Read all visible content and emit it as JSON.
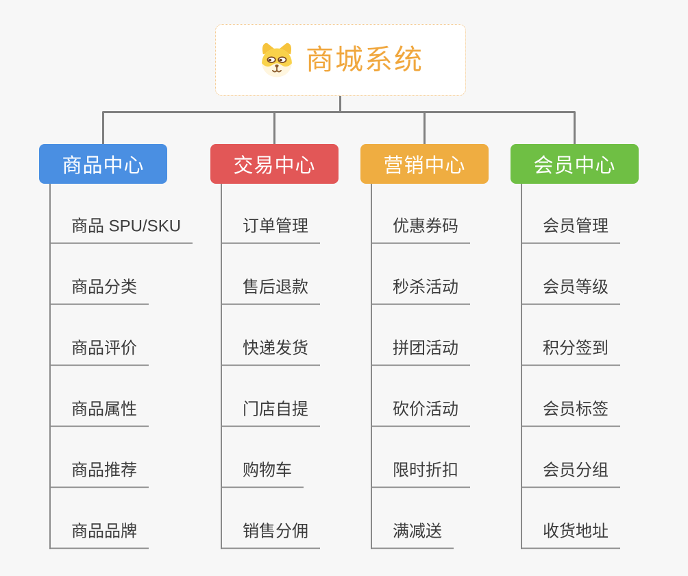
{
  "root": {
    "title": "商城系统",
    "icon": "dog-face-icon"
  },
  "branches": [
    {
      "label": "商品中心",
      "color": "#4a8fe2",
      "items": [
        "商品 SPU/SKU",
        "商品分类",
        "商品评价",
        "商品属性",
        "商品推荐",
        "商品品牌"
      ]
    },
    {
      "label": "交易中心",
      "color": "#e25757",
      "items": [
        "订单管理",
        "售后退款",
        "快递发货",
        "门店自提",
        "购物车",
        "销售分佣"
      ]
    },
    {
      "label": "营销中心",
      "color": "#efad41",
      "items": [
        "优惠券码",
        "秒杀活动",
        "拼团活动",
        "砍价活动",
        "限时折扣",
        "满减送"
      ]
    },
    {
      "label": "会员中心",
      "color": "#6fbf44",
      "items": [
        "会员管理",
        "会员等级",
        "积分签到",
        "会员标签",
        "会员分组",
        "收货地址"
      ]
    }
  ],
  "colors": {
    "background": "#f7f7f7",
    "root_text": "#f0a73e",
    "root_border": "#f2c382",
    "connector": "#808080",
    "sub_connector": "#8a8a8a",
    "item_text": "#3c3c3c"
  }
}
